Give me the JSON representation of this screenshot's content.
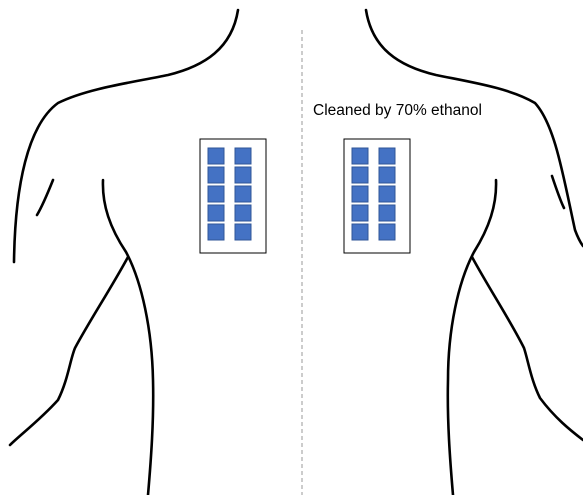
{
  "annotation": {
    "text": "Cleaned by 70% ethanol"
  },
  "colors": {
    "outline": "#000000",
    "midline": "#9a9a9a",
    "electrode_fill": "#4472c4",
    "electrode_stroke": "#2f5597",
    "patch_frame": "#000000",
    "background": "#ffffff"
  },
  "patches": [
    {
      "side": "left",
      "rows": 5,
      "cols": 2
    },
    {
      "side": "right",
      "rows": 5,
      "cols": 2
    }
  ]
}
